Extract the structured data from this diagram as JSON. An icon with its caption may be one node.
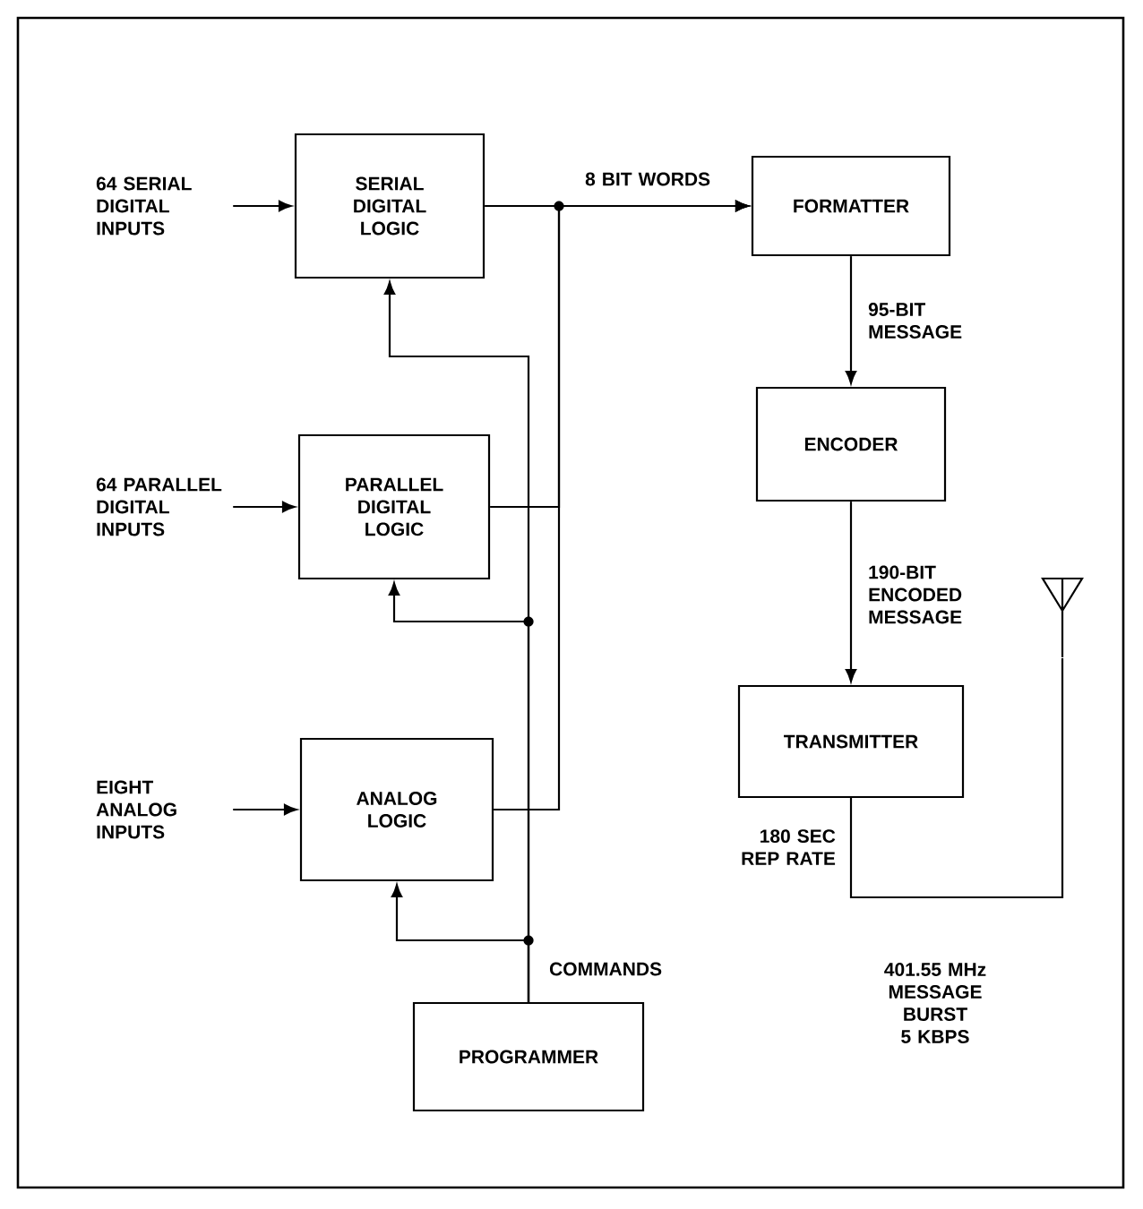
{
  "diagram": {
    "nodes": [
      {
        "text": [
          "64 SERIAL DIGITAL INPUTS"
        ]
      },
      {
        "text": [
          "SERIAL DIGITAL LOGIC"
        ]
      },
      {
        "text": [
          "64 PARALLEL DIGITAL INPUTS"
        ]
      },
      {
        "text": [
          "PARALLEL DIGITAL LOGIC"
        ]
      },
      {
        "text": [
          "EIGHT ANALOG INPUTS"
        ]
      },
      {
        "text": [
          "ANALOG LOGIC"
        ]
      },
      {
        "text": [
          "FORMATTER"
        ]
      },
      {
        "text": [
          "ENCODER"
        ]
      },
      {
        "text": [
          "TRANSMITTER"
        ],
        "beside": [
          "180 SEC REP RATE"
        ]
      },
      {
        "text": [
          "PROGRAMMER"
        ]
      },
      {
        "text": [],
        "shape": "antenna"
      }
    ],
    "edges": [
      {
        "from": 0,
        "to": 1,
        "arrow": "to"
      },
      {
        "from": 1,
        "to": 6,
        "arrow": "to",
        "label": "8 BIT WORDS"
      },
      {
        "from": 2,
        "to": 3,
        "arrow": "to"
      },
      {
        "from": 3,
        "to": 6,
        "arrow": "to"
      },
      {
        "from": 4,
        "to": 5,
        "arrow": "to"
      },
      {
        "from": 5,
        "to": 6,
        "arrow": "to"
      },
      {
        "from": 6,
        "to": 7,
        "arrow": "to",
        "label": "95-BIT MESSAGE"
      },
      {
        "from": 7,
        "to": 8,
        "arrow": "to",
        "label": "190-BIT ENCODED MESSAGE"
      },
      {
        "from": 8,
        "to": 10,
        "arrow": "none",
        "label": "401.55 MHz MESSAGE BURST 5 KBPS"
      },
      {
        "from": 9,
        "to": 1,
        "arrow": "to"
      },
      {
        "from": 9,
        "to": 3,
        "arrow": "to"
      },
      {
        "from": 9,
        "to": 5,
        "arrow": "to"
      }
    ],
    "labels": [
      "COMMANDS"
    ]
  }
}
